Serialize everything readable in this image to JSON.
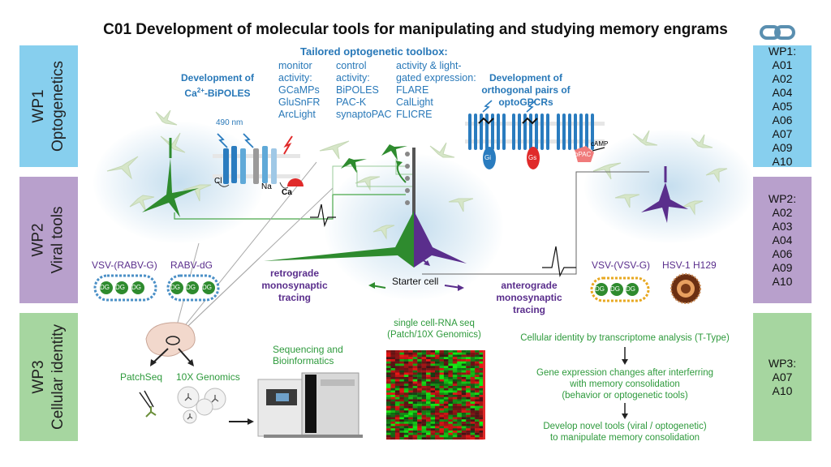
{
  "title": "C01 Development of molecular tools for manipulating and studying memory engrams",
  "wp_left": [
    {
      "line1": "WP1",
      "line2": "Optogenetics"
    },
    {
      "line1": "WP2",
      "line2": "Viral tools"
    },
    {
      "line1": "WP3",
      "line2": "Cellular identity"
    }
  ],
  "wp_right": [
    {
      "heading": "WP1:",
      "items": [
        "A01",
        "A02",
        "A04",
        "A05",
        "A06",
        "A07",
        "A09",
        "A10"
      ]
    },
    {
      "heading": "WP2:",
      "items": [
        "A02",
        "A03",
        "A04",
        "A06",
        "A09",
        "A10"
      ]
    },
    {
      "heading": "WP3:",
      "items": [
        "A07",
        "A10"
      ]
    }
  ],
  "optogenetics": {
    "toolbox_title": "Tailored optogenetic toolbox:",
    "columns": [
      {
        "lines": [
          "monitor",
          "activity:",
          "GCaMPs",
          "GluSnFR",
          "ArcLight"
        ]
      },
      {
        "lines": [
          "control",
          "activity:",
          "BiPOLES",
          "PAC-K",
          "synaptoPAC"
        ]
      },
      {
        "lines": [
          "activity & light-",
          "gated expression:",
          "FLARE",
          "CalLight",
          "FLICRE"
        ]
      }
    ],
    "bipoles_title_1": "Development of",
    "bipoles_title_2": "Ca",
    "bipoles_title_sup": "2+",
    "bipoles_title_3": "-BiPOLES",
    "wavelength": "490 nm",
    "ion_cl": "Cl",
    "ion_na": "Na",
    "ion_ca": "Ca",
    "gpcr_title": [
      "Development of",
      "orthogonal pairs of",
      "optoGPCRs"
    ],
    "gi_label": "Gi",
    "gs_label": "Gs",
    "bpac_label": "bPAC",
    "camp_label": "cAMP"
  },
  "viral": {
    "vsv_rabvg": "VSV-(RABV-G)",
    "rabv_dg": "RABV-dG",
    "vsv_vsvg": "VSV-(VSV-G)",
    "hsv": "HSV-1 H129",
    "dg": "DG",
    "retrograde": [
      "retrograde",
      "monosynaptic tracing"
    ],
    "anterograde": [
      "anterograde",
      "monosynaptic tracing"
    ],
    "starter": "Starter cell"
  },
  "cellular": {
    "patchseq": "PatchSeq",
    "genomics": "10X Genomics",
    "sequencing": [
      "Sequencing and",
      "Bioinformatics"
    ],
    "rnaseq": [
      "single cell-RNA seq",
      "(Patch/10X Genomics)"
    ],
    "flow": [
      [
        "Cellular identity by transcriptome analysis (T-Type)"
      ],
      [
        "Gene expression changes after interferring",
        "with memory consolidation",
        "(behavior or optogenetic tools)"
      ],
      [
        "Develop novel tools (viral / optogenetic)",
        "to manipulate memory consolidation"
      ]
    ]
  },
  "colors": {
    "blue": "#87cfee",
    "purple": "#b8a0cc",
    "green": "#a6d6a0",
    "dark_green": "#2e8b2e",
    "neuron_purple": "#5a2e8c",
    "text_blue": "#2878b8"
  }
}
